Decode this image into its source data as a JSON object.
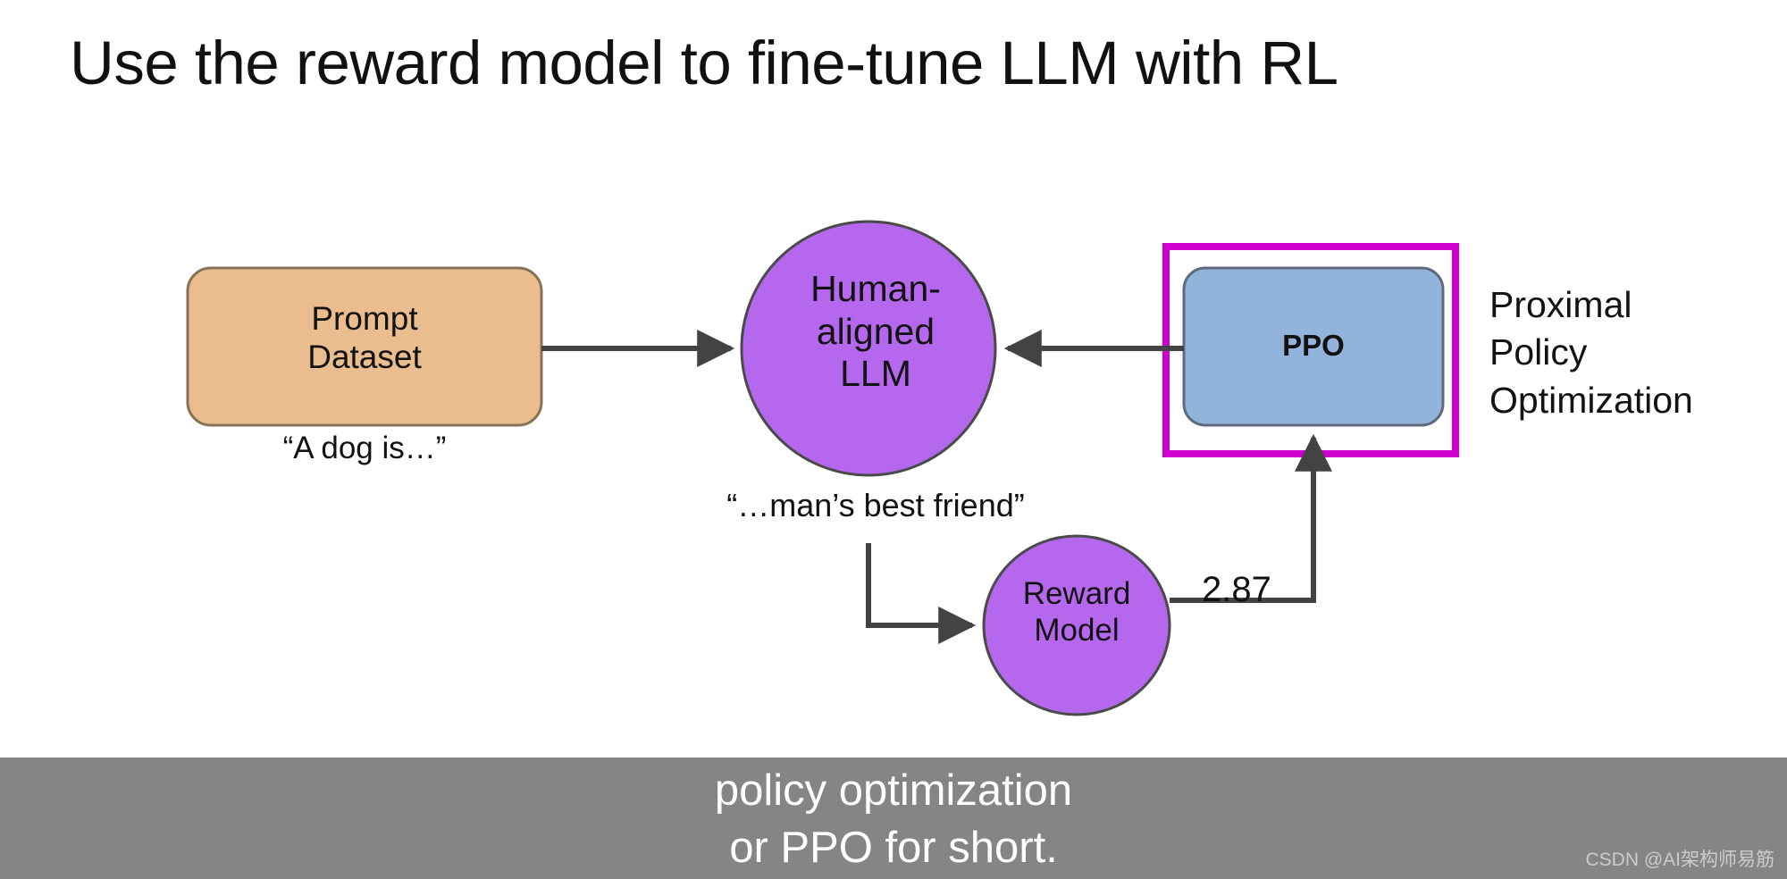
{
  "slide": {
    "title": "Use the reward model to fine-tune LLM with RL",
    "background_color": "#ffffff"
  },
  "diagram": {
    "nodes": {
      "prompt_dataset": {
        "label_line1": "Prompt",
        "label_line2": "Dataset",
        "caption": "“A dog is…”",
        "fill_color": "#eabd8e",
        "stroke_color": "#8a7157",
        "shape": "rounded-rectangle"
      },
      "human_aligned_llm": {
        "label_line1": "Human-",
        "label_line2": "aligned",
        "label_line3": "LLM",
        "caption": "“…man’s best friend”",
        "fill_color": "#b568ee",
        "stroke_color": "#4a4a4a",
        "shape": "circle"
      },
      "ppo": {
        "label": "PPO",
        "fill_color": "#92b4dc",
        "stroke_color": "#5f6b7a",
        "shape": "rounded-rectangle",
        "highlight_border_color": "#cf00cf",
        "expansion_line1": "Proximal",
        "expansion_line2": "Policy",
        "expansion_line3": "Optimization"
      },
      "reward_model": {
        "label_line1": "Reward",
        "label_line2": "Model",
        "fill_color": "#b568ee",
        "stroke_color": "#4a4a4a",
        "shape": "circle"
      }
    },
    "edges": {
      "prompt_to_llm": {
        "label": "",
        "direction": "right"
      },
      "ppo_to_llm": {
        "label": "",
        "direction": "left"
      },
      "llm_to_reward": {
        "label": "",
        "direction": "elbow-down-right"
      },
      "reward_to_ppo": {
        "label": "2.87",
        "direction": "elbow-right-up"
      }
    },
    "edge_color": "#434343"
  },
  "caption_bar": {
    "line1": "policy optimization",
    "line2": "or PPO for short.",
    "background_color": "#858585",
    "text_color": "#ffffff"
  },
  "watermark": {
    "text": "CSDN @AI架构师易筋"
  }
}
